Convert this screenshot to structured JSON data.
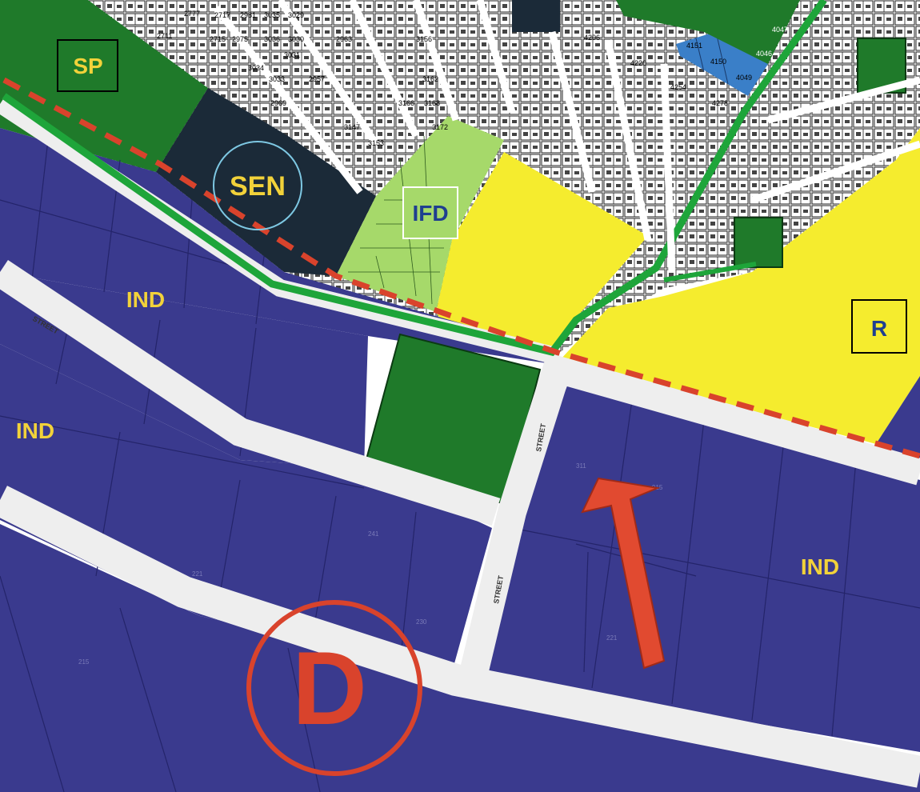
{
  "colors": {
    "industrial": "#3a3a8e",
    "residential": "#f5ec2e",
    "parks": "#1f7a2a",
    "sen": "#1b2a38",
    "ifd": "#a6d96a",
    "blue_parcels": "#3a7fc8",
    "street": "#eeeeee",
    "green_band": "#1ea53a",
    "boundary": "#d9432c",
    "label_yellow": "#f2d23a",
    "label_white": "#ffffff",
    "label_blue": "#1f3f90",
    "marker_red": "#d9432c"
  },
  "labels": {
    "sp": "SP",
    "sen": "SEN",
    "ifd": "IFD",
    "r": "R",
    "ind_1": "IND",
    "ind_2": "IND",
    "ind_3": "IND",
    "d": "D"
  },
  "streets": {
    "street_1": "STREET",
    "street_2": "STREET",
    "street_3": "STREET"
  },
  "parcels": {
    "residential_lots": [
      "2777",
      "2711",
      "2717",
      "2715",
      "2975",
      "2981",
      "3035",
      "3029",
      "3030",
      "3036",
      "3031",
      "3033",
      "3034",
      "2957",
      "2963",
      "2969",
      "3156",
      "3162",
      "3166",
      "3168",
      "3172",
      "3147",
      "3153",
      "4206",
      "4220",
      "4254",
      "4278",
      "4047",
      "4046",
      "4151",
      "4150",
      "4049"
    ],
    "industrial_lots": [
      "311",
      "915",
      "221",
      "230",
      "241",
      "221",
      "215"
    ]
  },
  "icons": {
    "arrow": "north-arrow-icon"
  }
}
